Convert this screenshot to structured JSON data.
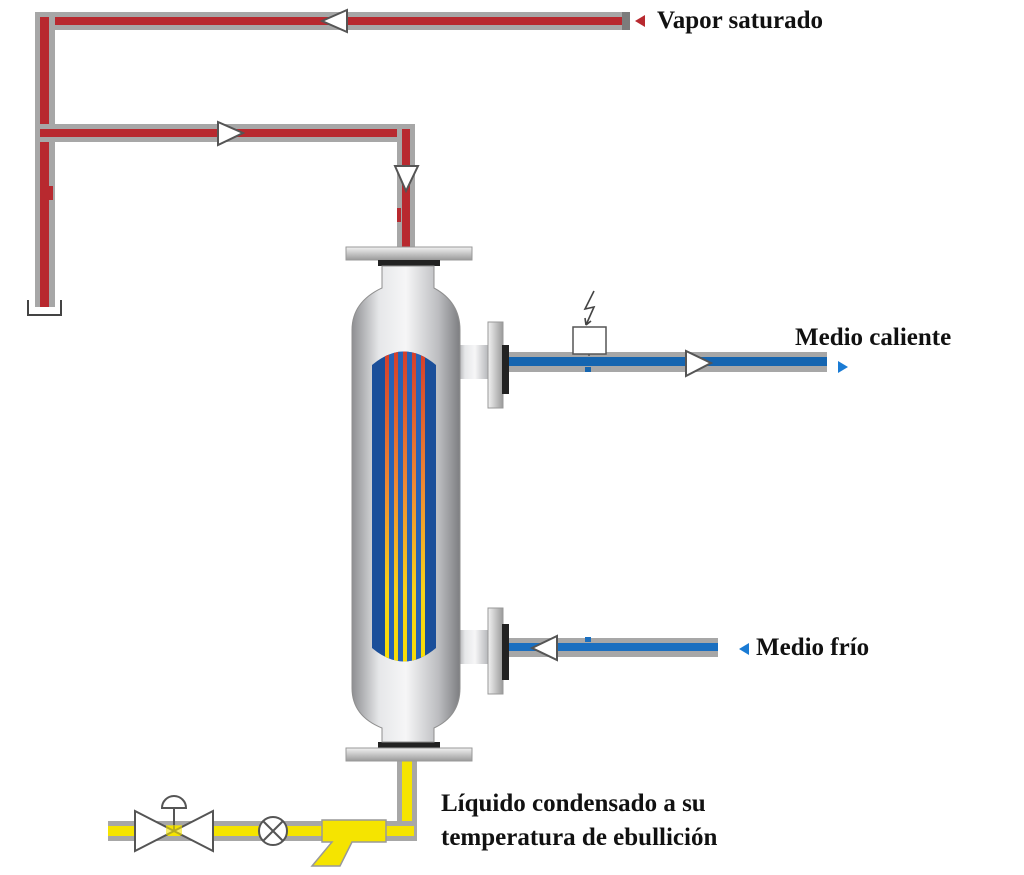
{
  "labels": {
    "vapor_saturado": "Vapor saturado",
    "medio_caliente": "Medio caliente",
    "medio_frio": "Medio frío",
    "liquido_condensado_line1": "Líquido condensado a su",
    "liquido_condensado_line2": "temperatura de ebullición"
  },
  "colors": {
    "steam": "#b8292f",
    "hot_medium": "#1565b0",
    "cold_medium": "#1a6fc0",
    "condensate": "#f5e400",
    "pipe_jacket": "#a8a8a8",
    "shell": "#c9cacc",
    "tube_hot": "#d23a2b",
    "tube_cold": "#f4d000",
    "tube_bundle_bg": "#1b4f9a"
  },
  "icons": [
    "flow-arrow-icon",
    "valve-icon",
    "actuator-icon",
    "sight-glass-icon",
    "steam-trap-icon",
    "instrument-box-icon",
    "lightning-icon"
  ]
}
